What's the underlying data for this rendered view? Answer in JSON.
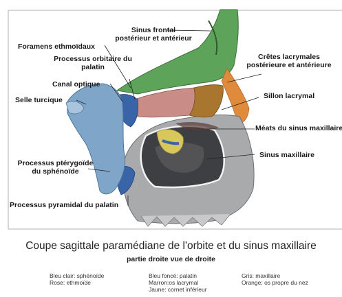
{
  "labels": {
    "foramens": "Foramens ethmoïdaux",
    "sinus_frontal_1": "Sinus frontal",
    "sinus_frontal_2": "postérieur et antérieur",
    "proc_orbitaire_1": "Processus orbitaire du",
    "proc_orbitaire_2": "palatin",
    "canal_optique": "Canal optique",
    "selle_turcique": "Selle turcique",
    "cretes_1": "Crêtes lacrymales",
    "cretes_2": "postérieure et antérieure",
    "sillon": "Sillon lacrymal",
    "meats": "Méats du sinus maxillaire",
    "sinus_max": "Sinus maxillaire",
    "pterygoide_1": "Processus ptérygoïde",
    "pterygoide_2": "du sphénoïde",
    "pyramidal": "Processus pyramidal du palatin"
  },
  "caption": {
    "title": "Coupe sagittale paramédiane de l'orbite et du sinus maxillaire",
    "subtitle": "partie droite vue de droite"
  },
  "legend": {
    "col1": [
      "Bleu clair: sphénoïde",
      "Rose: ethmoïde"
    ],
    "col2": [
      "Bleu foncé: palatin",
      "Marron:os lacrymal",
      "Jaune: cornet inférieur"
    ],
    "col3": [
      "Gris: maxillaire",
      "Orange; os propre du nez"
    ]
  },
  "colors": {
    "sphenoide": "#7fa6c9",
    "ethmoide": "#c98c86",
    "palatin": "#3a64a8",
    "lacrymal": "#a8762e",
    "cornet": "#d8c75a",
    "maxillaire": "#a9aaac",
    "nez": "#e08a3c",
    "frontal": "#5ea35a"
  }
}
